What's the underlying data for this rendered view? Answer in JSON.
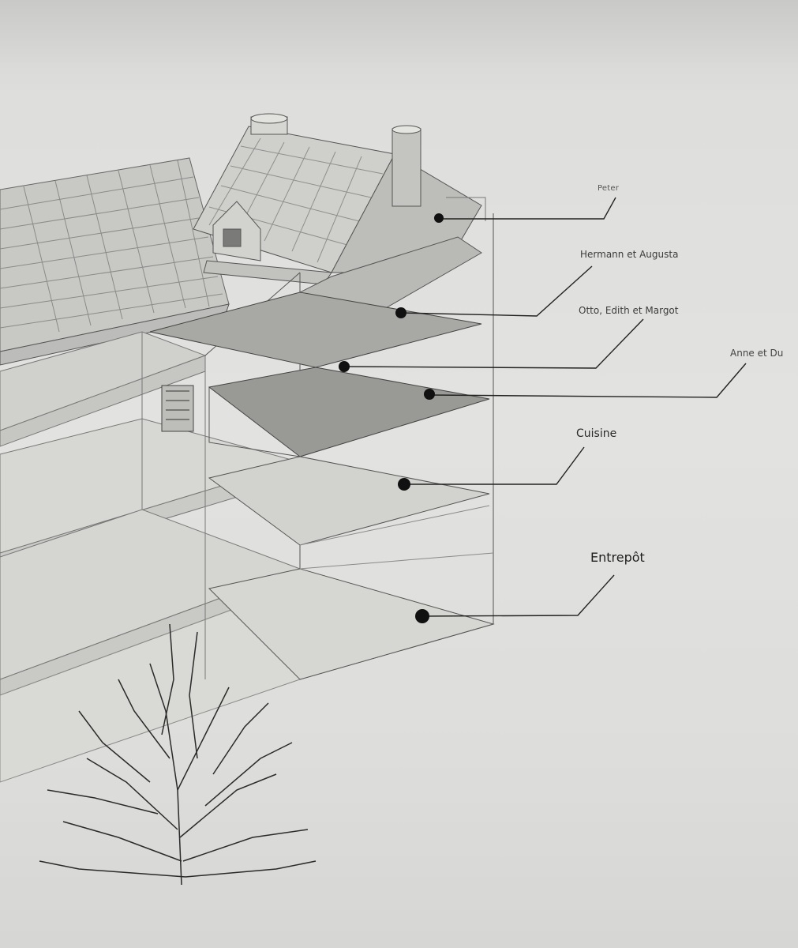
{
  "diagram": {
    "labels": {
      "peter": "Peter",
      "hermann": "Hermann et Augusta",
      "otto": "Otto, Edith et Margot",
      "anne": "Anne et Du",
      "cuisine": "Cuisine",
      "entrepot": "Entrepôt"
    }
  },
  "colors": {
    "paper": "#dcdcda",
    "ink": "#2a2a2a",
    "floor_shade": "#a9a9a6"
  }
}
